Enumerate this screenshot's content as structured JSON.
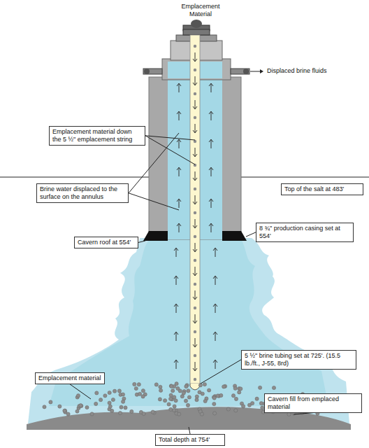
{
  "diagram": {
    "nodes": [
      {
        "text": [
          "Emplacement material down the 5 ½\" emplacement string"
        ]
      },
      {
        "text": [
          "Top of the salt at 483'"
        ]
      },
      {
        "text": [
          "Brine water displaced to the surface on the annulus"
        ]
      },
      {
        "text": [
          "Cavern roof at 554'"
        ]
      },
      {
        "text": [
          "8 ¾\" production casing set at 554'"
        ]
      },
      {
        "text": [
          "5 ½\" brine tubing set at 725'. (15.5 lb./ft., J-55, 8rd)"
        ]
      },
      {
        "text": [
          "Emplacement material"
        ]
      },
      {
        "text": [
          "Cavern fill from emplaced material"
        ]
      },
      {
        "text": [
          "Total depth at 754'"
        ]
      }
    ],
    "labels": [
      "Emplacement Material",
      "Displaced brine fluids"
    ]
  }
}
